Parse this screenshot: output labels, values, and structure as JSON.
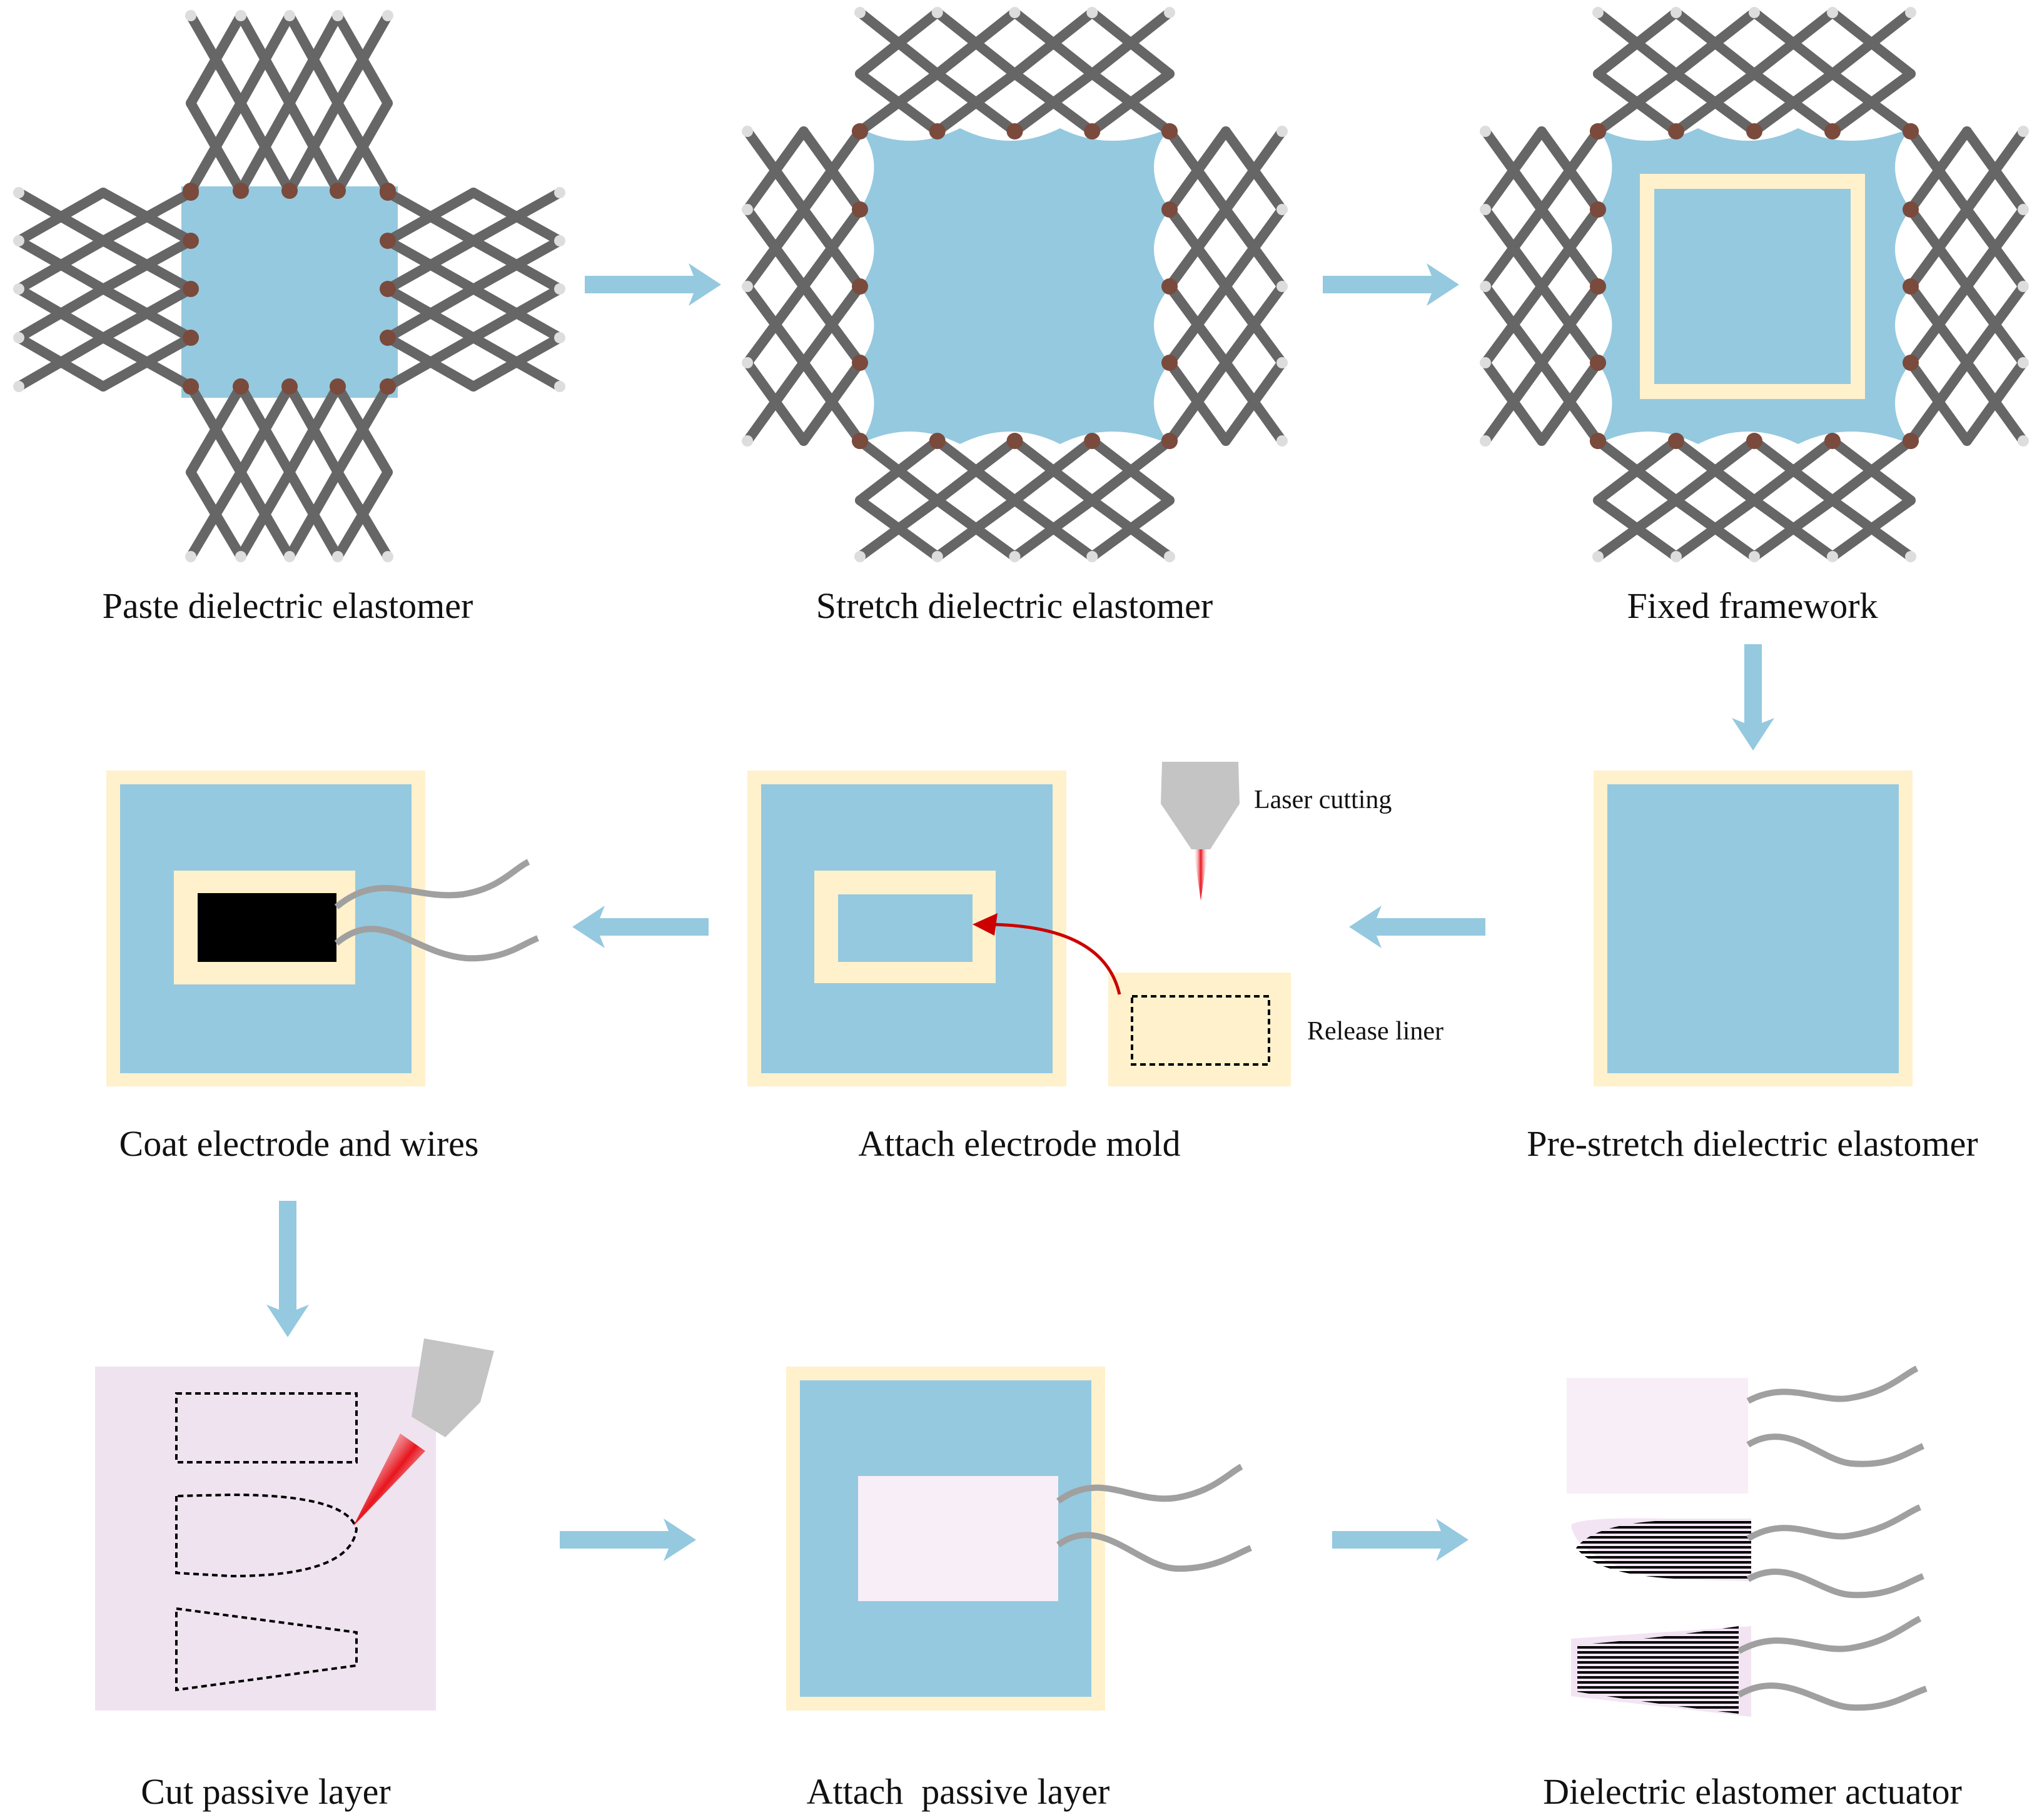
{
  "steps": {
    "paste": "Paste dielectric elastomer",
    "stretch": "Stretch dielectric elastomer",
    "fixed": "Fixed framework",
    "prestretch": "Pre-stretch dielectric elastomer",
    "mold": "Attach electrode mold",
    "coat": "Coat electrode and wires",
    "cut": "Cut passive layer",
    "attach_passive": "Attach  passive layer",
    "actuator": "Dielectric elastomer actuator"
  },
  "labels": {
    "laser": "Laser cutting",
    "liner": "Release liner"
  },
  "colors": {
    "elastomer": "#94c9df",
    "frame": "#fef1cc",
    "rod": "#666666",
    "joint": "#7a4b3c",
    "arrow": "#94c9df",
    "passive": "#efe3f0",
    "passive_piece": "#f8eef8",
    "electrode": "#000000",
    "wire": "#a0a0a0",
    "laser_head": "#c4c4c4",
    "laser_beam": "#e8141c"
  },
  "icons": [
    "laser-head-icon",
    "flow-arrow-icon",
    "scissor-frame-icon",
    "wire-icon"
  ]
}
